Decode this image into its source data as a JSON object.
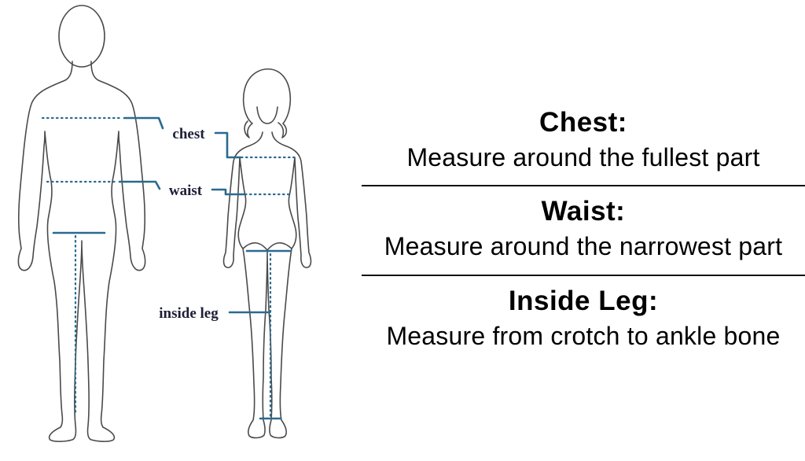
{
  "figure": {
    "labels": {
      "chest": "chest",
      "waist": "waist",
      "inside_leg": "inside leg"
    },
    "colors": {
      "measure_line": "#2a6a8f",
      "body_outline": "#4a4a4a",
      "label_text": "#1e1e38",
      "panel_text": "#000000",
      "divider": "#111111",
      "background": "#ffffff"
    }
  },
  "instructions": [
    {
      "title": "Chest:",
      "description": "Measure around the fullest part"
    },
    {
      "title": "Waist:",
      "description": "Measure around the narrowest part"
    },
    {
      "title": "Inside Leg:",
      "description": "Measure from crotch to ankle bone"
    }
  ]
}
